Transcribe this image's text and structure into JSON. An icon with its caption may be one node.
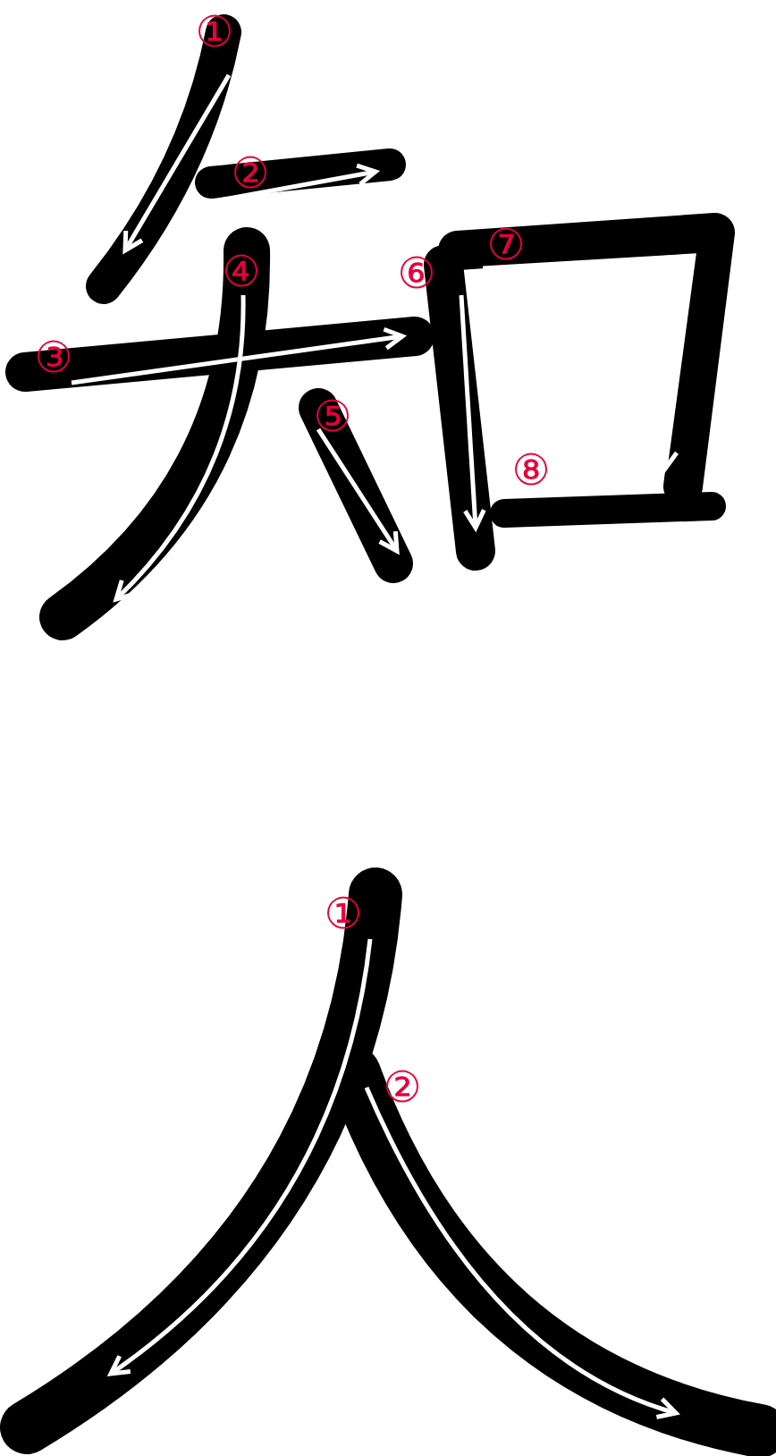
{
  "diagram": {
    "labels": [
      "①",
      "②",
      "③",
      "④",
      "⑤",
      "⑥",
      "⑦",
      "⑧",
      "①",
      "②"
    ]
  }
}
